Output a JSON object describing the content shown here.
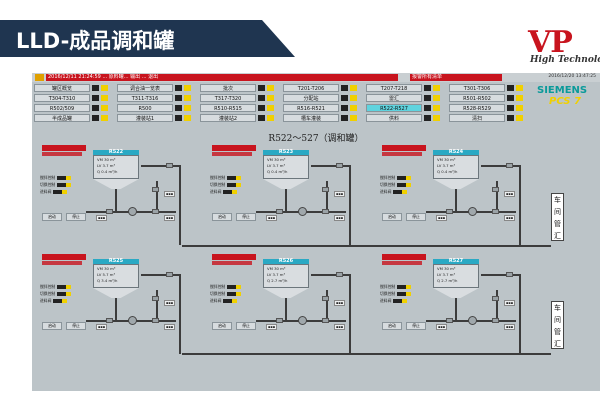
{
  "slide": {
    "title": "LLD-成品调和罐",
    "logo_text": "VP",
    "logo_tagline": "High Technology"
  },
  "scada": {
    "message": "2016/12/11 21:24:59 ... 原料罐... 输出 ... 退出",
    "message2": "报警所有清单",
    "datetime": "2016/12/20 13:47:25",
    "siemens": "SIEMENS",
    "pcs7": "PCS 7",
    "screen_title": "R522～527（调和罐）",
    "nav": [
      {
        "label": "罐区概览",
        "active": false
      },
      {
        "label": "T304-T310",
        "active": false
      },
      {
        "label": "R502/509",
        "active": false
      },
      {
        "label": "半成品罐",
        "active": false
      },
      {
        "label": "调合油一览表",
        "active": false
      },
      {
        "label": "T311-T316",
        "active": false
      },
      {
        "label": "R500",
        "active": false
      },
      {
        "label": "灌装站1",
        "active": false
      },
      {
        "label": "批次",
        "active": false
      },
      {
        "label": "T317-T320",
        "active": false
      },
      {
        "label": "R510-R515",
        "active": false
      },
      {
        "label": "灌装站2",
        "active": false
      },
      {
        "label": "T201-T206",
        "active": false
      },
      {
        "label": "分配站",
        "active": false
      },
      {
        "label": "R516-R521",
        "active": false
      },
      {
        "label": "槽车灌装",
        "active": false
      },
      {
        "label": "T207-T218",
        "active": false
      },
      {
        "label": "雷汇",
        "active": false
      },
      {
        "label": "R522-R527",
        "active": true
      },
      {
        "label": "供料",
        "active": false
      },
      {
        "label": "T301-T306",
        "active": false
      },
      {
        "label": "R501-R502",
        "active": false
      },
      {
        "label": "R528-R529",
        "active": false
      },
      {
        "label": "清扫",
        "active": false
      }
    ],
    "units": [
      {
        "id": "R522",
        "values": [
          "30 m³",
          "3.7 m³",
          "0.4 m³/h"
        ]
      },
      {
        "id": "R523",
        "values": [
          "30 m³",
          "3.7 m³",
          "0.4 m³/h"
        ]
      },
      {
        "id": "R524",
        "values": [
          "30 m³",
          "3.7 m³",
          "0.4 m³/h"
        ]
      },
      {
        "id": "R525",
        "values": [
          "30 m³",
          "5.7 m³",
          "3.4 m³/h"
        ]
      },
      {
        "id": "R526",
        "values": [
          "30 m³",
          "3.7 m³",
          "2.7 m³/h"
        ]
      },
      {
        "id": "R527",
        "values": [
          "30 m³",
          "3.7 m³",
          "2.7 m³/h"
        ]
      }
    ],
    "param_labels": [
      "VM",
      "LV",
      "Q"
    ],
    "ctrl_labels": [
      "搅拌控制",
      "切换控制",
      "进料阀"
    ],
    "btn_start": "启动",
    "btn_stop": "停止",
    "destination_top": [
      "车",
      "间",
      "管",
      "汇"
    ],
    "destination_bottom": [
      "车",
      "间",
      "管",
      "汇"
    ]
  }
}
